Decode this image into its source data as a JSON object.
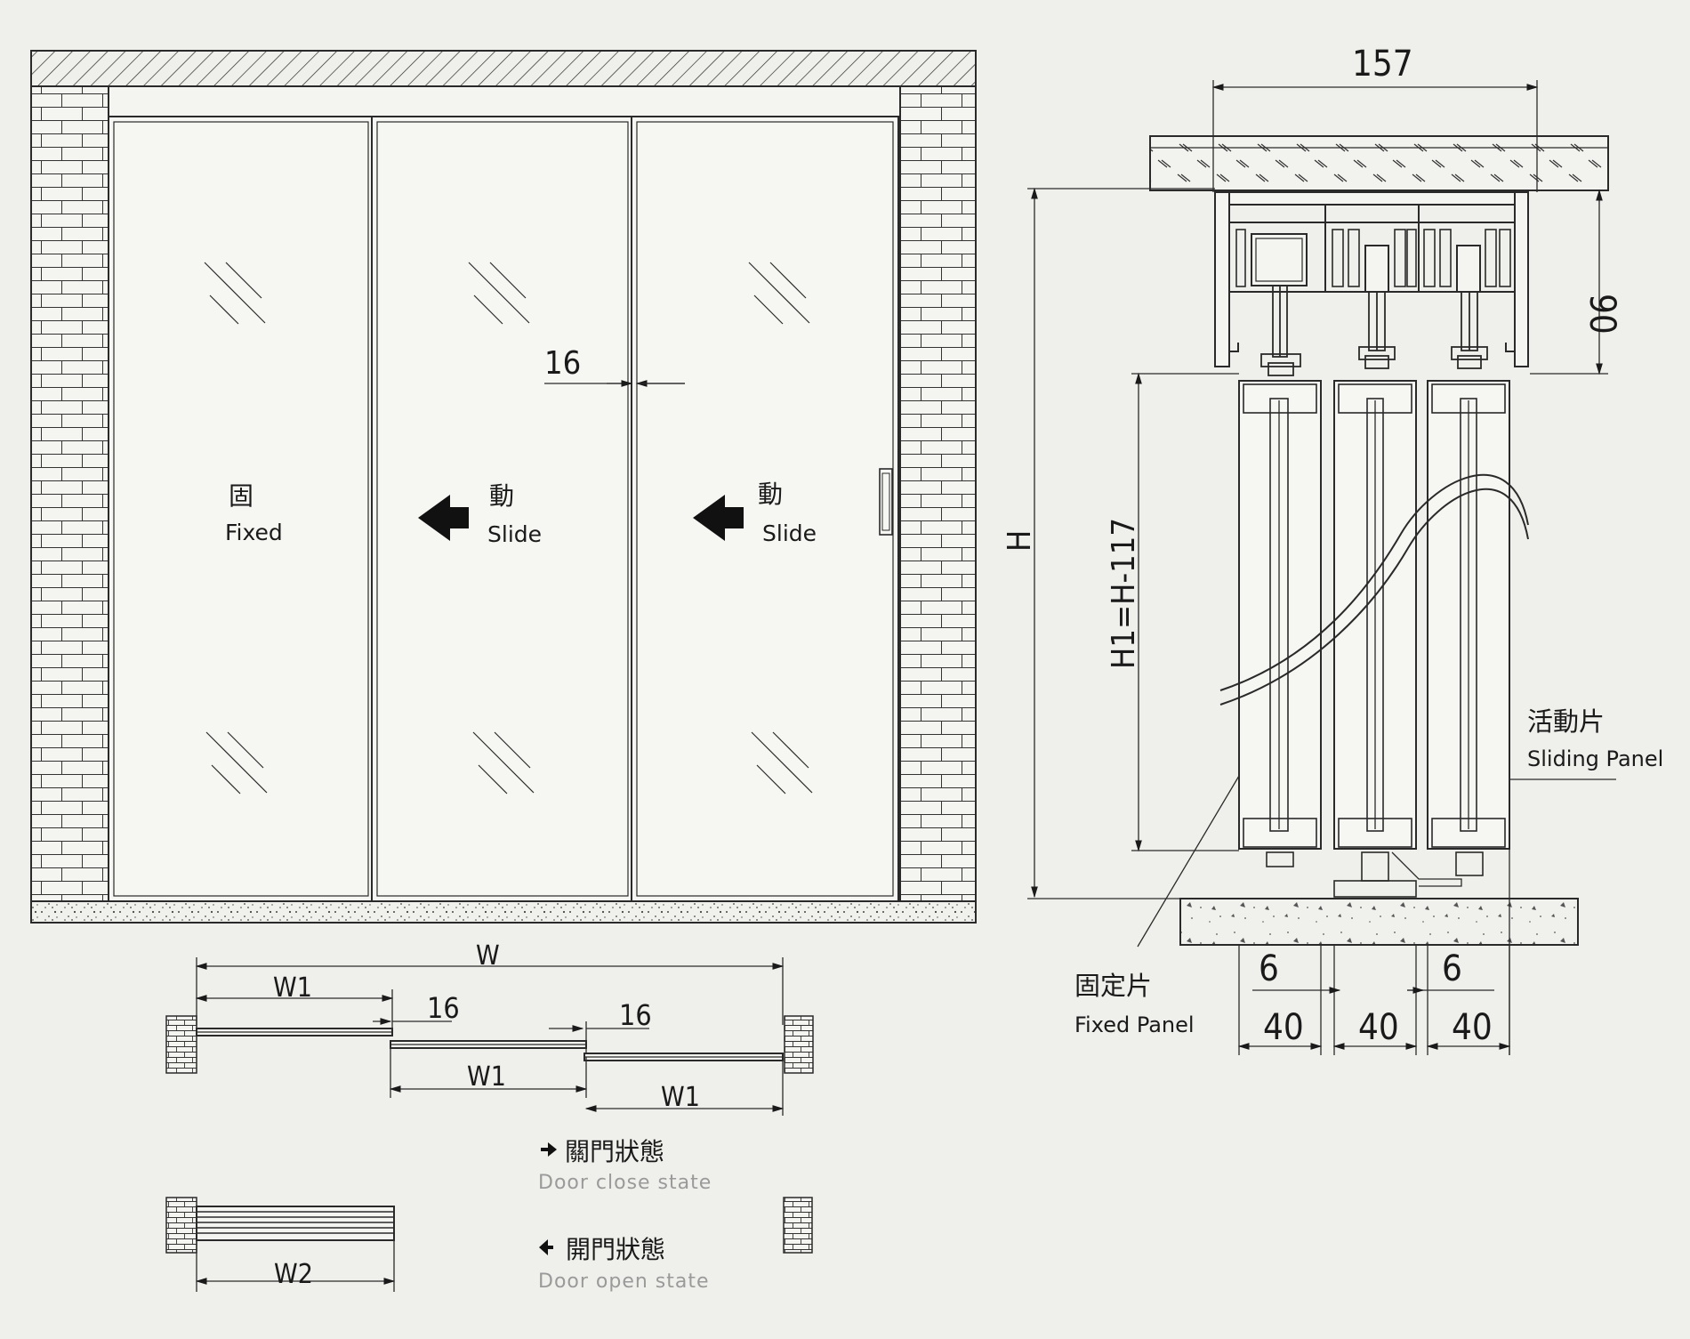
{
  "elevation": {
    "panels": [
      {
        "zh": "固",
        "en": "Fixed"
      },
      {
        "zh": "動",
        "en": "Slide"
      },
      {
        "zh": "動",
        "en": "Slide"
      }
    ],
    "gap_label": "16"
  },
  "plan": {
    "overall_label": "W",
    "panel_width_label": "W1",
    "overlap_label": "16",
    "open_stack_label": "W2"
  },
  "legend": {
    "close": {
      "zh": "關門狀態",
      "en": "Door close state"
    },
    "open": {
      "zh": "開門狀態",
      "en": "Door open state"
    }
  },
  "section": {
    "top_width": "157",
    "header_height": "90",
    "overall_height": "H",
    "panel_height": "H1=H-117",
    "offsets": [
      "6",
      "6"
    ],
    "panel_depths": [
      "40",
      "40",
      "40"
    ],
    "sliding_label": {
      "zh": "活動片",
      "en": "Sliding Panel"
    },
    "fixed_label": {
      "zh": "固定片",
      "en": "Fixed Panel"
    }
  },
  "colors": {
    "background": "#efefeb",
    "line": "#2a2a2a",
    "legend_sub": "#9a9a9a"
  }
}
